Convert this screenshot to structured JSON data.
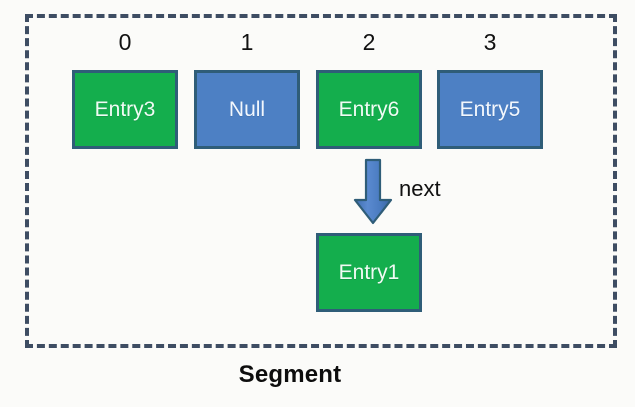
{
  "diagram": {
    "caption": "Segment",
    "container": {
      "name": "segment-container",
      "border_style": "dashed",
      "border_color": "#3e4d63"
    },
    "colors": {
      "green_fill": "#14ae4d",
      "blue_fill": "#4d80c4",
      "box_border": "#2f5d78",
      "arrow_fill": "#4a7bc0",
      "arrow_border": "#2f5d78",
      "text_light": "#f0fbf4",
      "text_dark": "#111111",
      "background": "#fbfbf9"
    },
    "slots": [
      {
        "index": "0",
        "label": "Entry3",
        "fill": "green"
      },
      {
        "index": "1",
        "label": "Null",
        "fill": "blue"
      },
      {
        "index": "2",
        "label": "Entry6",
        "fill": "green"
      },
      {
        "index": "3",
        "label": "Entry5",
        "fill": "blue"
      }
    ],
    "chain": {
      "from_slot_index": "2",
      "arrow_label": "next",
      "arrow_direction": "down",
      "child": {
        "label": "Entry1",
        "fill": "green"
      }
    }
  }
}
